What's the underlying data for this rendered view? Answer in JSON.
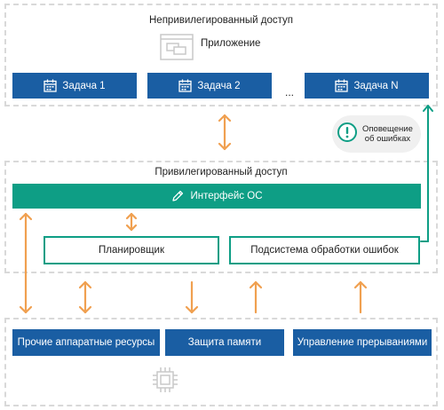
{
  "unprivileged": {
    "title": "Непривилегированный доступ",
    "app_label": "Приложение",
    "tasks": [
      "Задача 1",
      "Задача 2",
      "Задача N"
    ],
    "ellipsis": "..."
  },
  "error_notice": {
    "line1": "Оповещение",
    "line2": "об ошибках"
  },
  "privileged": {
    "title": "Привилегированный доступ",
    "os_interface": "Интерфейс ОС",
    "scheduler": "Планировщик",
    "error_subsystem": "Подсистема обработки ошибок"
  },
  "hardware": {
    "boxes": [
      "Прочие аппаратные ресурсы",
      "Защита памяти",
      "Управление прерываниями"
    ]
  },
  "colors": {
    "blue": "#1a5ea3",
    "teal": "#0e9e85",
    "orange": "#f0a050",
    "gray": "#d9d9d9"
  }
}
